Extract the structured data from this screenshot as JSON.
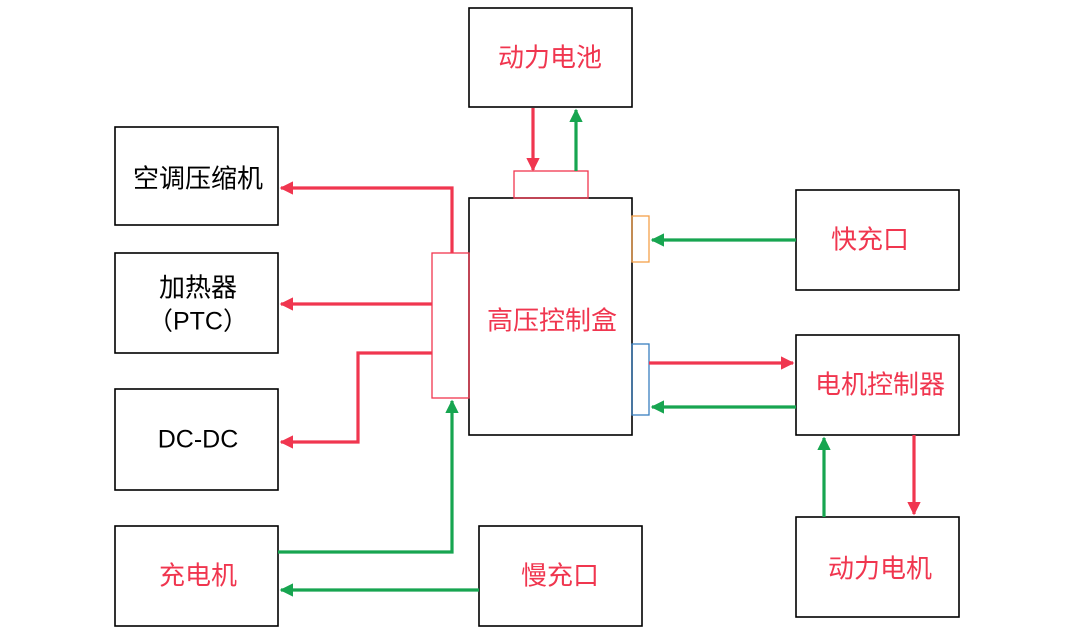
{
  "colors": {
    "red_text": "#f0364f",
    "black_text": "#000000",
    "red_arrow": "#f0364f",
    "green_arrow": "#17a550",
    "orange_port": "#f5a04a",
    "blue_port": "#3a7fbf",
    "box_border": "#000000"
  },
  "boxes": {
    "battery": "动力电池",
    "hv_box": "高压控制盒",
    "ac_compressor": "空调压缩机",
    "heater_line1": "加热器",
    "heater_line2": "（PTC）",
    "dcdc": "DC-DC",
    "charger": "充电机",
    "slow_charge": "慢充口",
    "fast_charge": "快充口",
    "motor_controller": "电机控制器",
    "motor": "动力电机"
  }
}
